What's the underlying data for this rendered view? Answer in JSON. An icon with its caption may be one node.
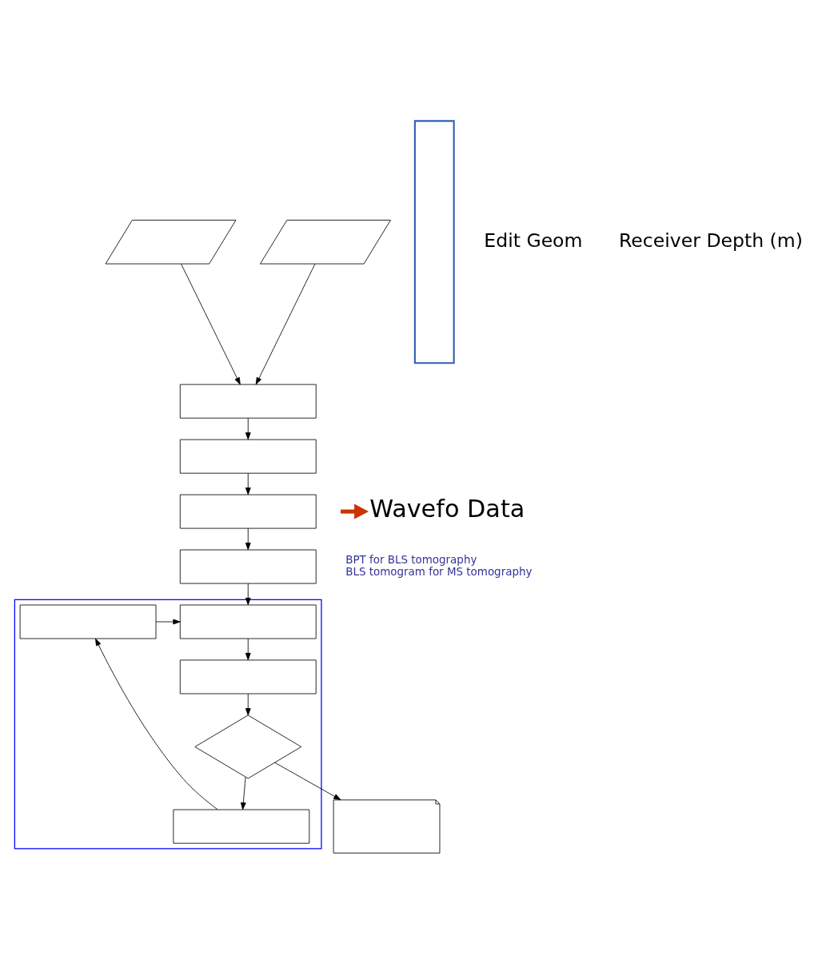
{
  "diagram": {
    "nodes": [
      {
        "text": [],
        "shape": "parallelogram"
      },
      {
        "text": [],
        "shape": "parallelogram"
      },
      {
        "text": [],
        "shape": "box"
      },
      {
        "text": [],
        "shape": "box"
      },
      {
        "text": [],
        "shape": "box"
      },
      {
        "text": [
          "Wavefo Data"
        ]
      },
      {
        "text": [],
        "shape": "box",
        "beside": [
          "BPT for BLS tomography",
          "BLS tomogram for MS tomography"
        ]
      },
      {
        "text": [],
        "shape": "box"
      },
      {
        "text": [],
        "shape": "box",
        "in": 7
      },
      {
        "text": [],
        "shape": "box",
        "in": 7
      },
      {
        "text": [],
        "shape": "box",
        "in": 7
      },
      {
        "text": [],
        "shape": "diamond",
        "in": 7
      },
      {
        "text": [],
        "shape": "box",
        "in": 7
      },
      {
        "text": [],
        "shape": "document"
      },
      {
        "text": [],
        "shape": "box"
      }
    ],
    "edges": [
      {
        "from": 0,
        "to": 2,
        "arrow": "to"
      },
      {
        "from": 1,
        "to": 2,
        "arrow": "to"
      },
      {
        "from": 2,
        "to": 3,
        "arrow": "to"
      },
      {
        "from": 3,
        "to": 4,
        "arrow": "to"
      },
      {
        "from": 4,
        "to": 6,
        "arrow": "to"
      },
      {
        "from": 6,
        "to": 8,
        "arrow": "to"
      },
      {
        "from": 8,
        "to": 9,
        "arrow": "to"
      },
      {
        "from": 9,
        "to": 11,
        "arrow": "to"
      },
      {
        "from": 11,
        "to": 12,
        "arrow": "to"
      },
      {
        "from": 12,
        "to": 10,
        "arrow": "to"
      },
      {
        "from": 10,
        "to": 8,
        "arrow": "to"
      },
      {
        "from": 11,
        "to": 13,
        "arrow": "to"
      },
      {
        "from": null,
        "to": 5,
        "arrow": "to",
        "style": "thick",
        "color": "#cc3300"
      }
    ],
    "labels": [
      "Edit Geom",
      "Receiver Depth (m)"
    ]
  }
}
